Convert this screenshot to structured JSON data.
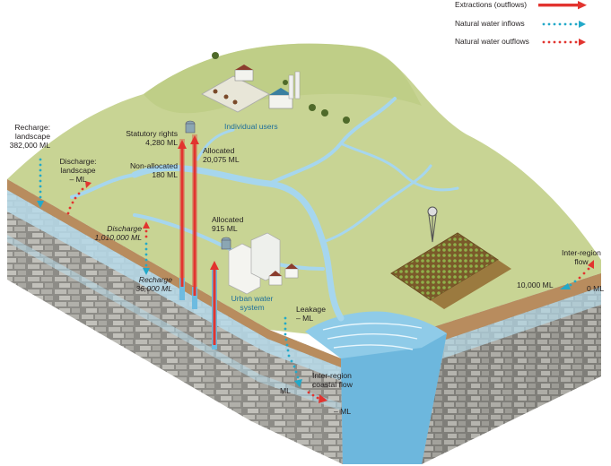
{
  "legend": {
    "extractions": "Extractions (outflows)",
    "natural_inflows": "Natural water inflows",
    "natural_outflows": "Natural water outflows"
  },
  "colors": {
    "extraction": "#e2342f",
    "inflow": "#23a9c9",
    "outflow": "#e2342f",
    "land": "#c7d492",
    "water": "#a9d8ef",
    "rock": "#8b8b86"
  },
  "labels": {
    "recharge_landscape": {
      "title": "Recharge:",
      "line2": "landscape",
      "value": "382,000 ML"
    },
    "discharge_landscape": {
      "title": "Discharge:",
      "line2": "landscape",
      "value": "– ML"
    },
    "statutory_rights": {
      "title": "Statutory rights",
      "value": "4,280 ML"
    },
    "non_allocated": {
      "title": "Non-allocated",
      "value": "180 ML"
    },
    "allocated_main": {
      "title": "Allocated",
      "value": "20,075 ML"
    },
    "individual_users": "Individual users",
    "discharge_groundwater": {
      "title": "Discharge",
      "value": "1,010,000 ML"
    },
    "recharge_groundwater": {
      "title": "Recharge",
      "value": "36,000 ML"
    },
    "allocated_urban": {
      "title": "Allocated",
      "value": "915 ML"
    },
    "urban_water_system": {
      "line1": "Urban water",
      "line2": "system"
    },
    "leakage": {
      "title": "Leakage",
      "value": "– ML"
    },
    "inter_region_coastal": {
      "line1": "Inter-region",
      "line2": "coastal flow"
    },
    "coastal_ml": "ML",
    "coastal_out": "– ML",
    "inter_region_flow": {
      "line1": "Inter-region",
      "line2": "flow"
    },
    "inter_region_in": "10,000 ML",
    "inter_region_out": "0 ML"
  }
}
